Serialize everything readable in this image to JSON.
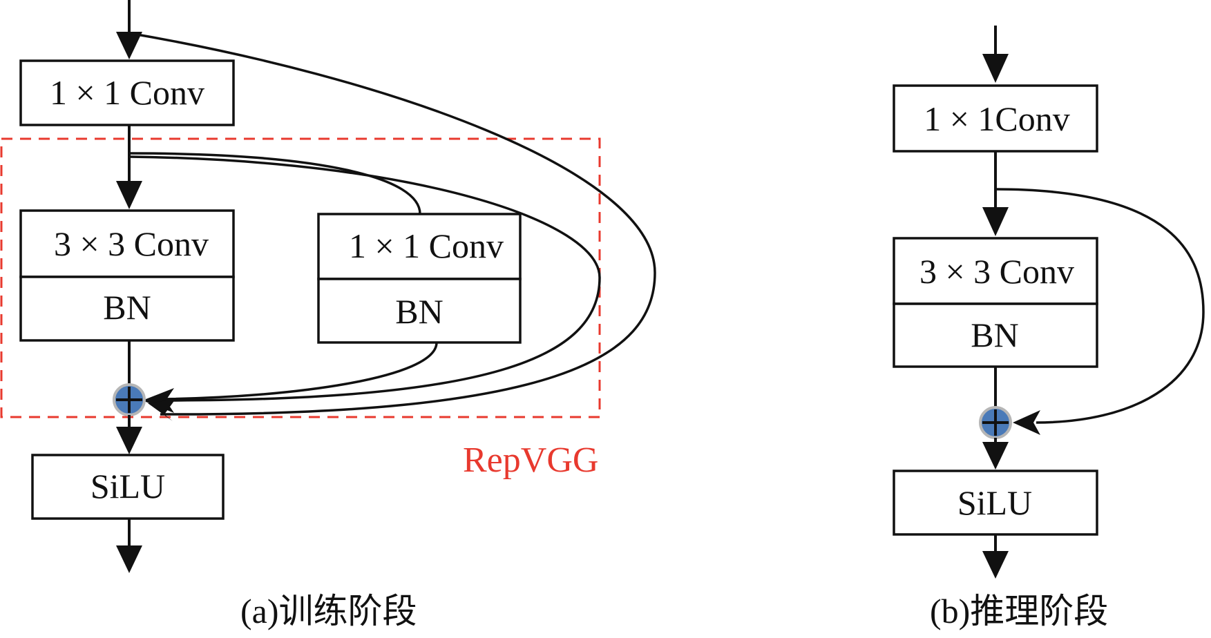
{
  "panel_a": {
    "top_conv_label": "1 × 1 Conv",
    "main_conv_label": "3 × 3 Conv",
    "main_bn_label": "BN",
    "branch_conv_label": "1 × 1 Conv",
    "branch_bn_label": "BN",
    "activation_label": "SiLU",
    "repvgg_label": "RepVGG",
    "caption": "(a)训练阶段"
  },
  "panel_b": {
    "top_conv_label": "1 × 1Conv",
    "main_conv_label": "3 × 3 Conv",
    "main_bn_label": "BN",
    "activation_label": "SiLU",
    "caption": "(b)推理阶段"
  },
  "colors": {
    "repvgg_accent": "#e8392e",
    "add_node_fill": "#4a7ab8",
    "stroke": "#111111"
  }
}
